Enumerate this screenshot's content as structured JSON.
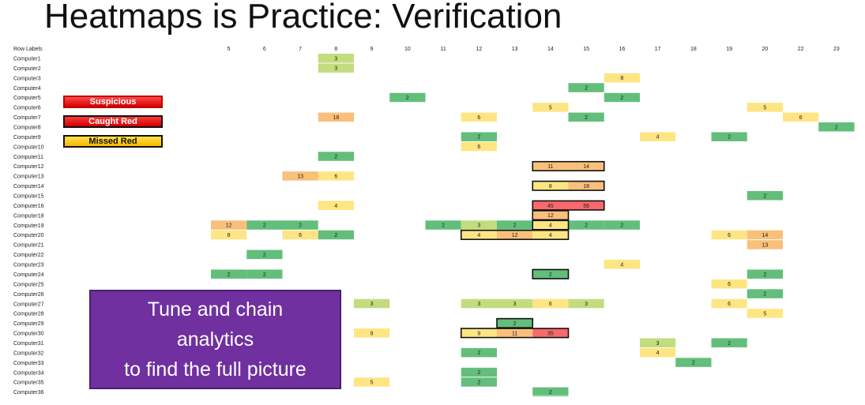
{
  "title": "Heatmaps is Practice: Verification",
  "legend": [
    {
      "key": "suspicious",
      "label": "Suspicious"
    },
    {
      "key": "caught",
      "label": "Caught Red"
    },
    {
      "key": "missed",
      "label": "Missed Red"
    }
  ],
  "callout": {
    "line1": "Tune and chain",
    "line2": "analytics",
    "line3": "to find the full picture"
  },
  "colors": {
    "green": "#63be7b",
    "light_green": "#c3dc7e",
    "yellow": "#fee583",
    "orange": "#f9c07b",
    "red": "#f8696b",
    "callout_purple": "#7030a0"
  },
  "chart_data": {
    "type": "heatmap",
    "row_header": "Row Labels",
    "columns": [
      "5",
      "6",
      "7",
      "8",
      "9",
      "10",
      "11",
      "12",
      "13",
      "14",
      "15",
      "16",
      "17",
      "18",
      "19",
      "20",
      "22",
      "23"
    ],
    "rows": [
      "Computer1",
      "Computer2",
      "Computer3",
      "Computer4",
      "Computer5",
      "Computer6",
      "Computer7",
      "Computer8",
      "Computer9",
      "Computer10",
      "Computer11",
      "Computer12",
      "Computer13",
      "Computer14",
      "Computer15",
      "Computer16",
      "Computer18",
      "Computer19",
      "Computer20",
      "Computer21",
      "Computer22",
      "Computer23",
      "Computer24",
      "Computer25",
      "Computer26",
      "Computer27",
      "Computer28",
      "Computer29",
      "Computer30",
      "Computer31",
      "Computer32",
      "Computer33",
      "Computer34",
      "Computer35",
      "Computer36"
    ],
    "cells": [
      {
        "row": "Computer1",
        "col": "8",
        "value": 3
      },
      {
        "row": "Computer2",
        "col": "8",
        "value": 3
      },
      {
        "row": "Computer3",
        "col": "16",
        "value": 8
      },
      {
        "row": "Computer4",
        "col": "15",
        "value": 2
      },
      {
        "row": "Computer5",
        "col": "10",
        "value": 2
      },
      {
        "row": "Computer5",
        "col": "16",
        "value": 2
      },
      {
        "row": "Computer6",
        "col": "14",
        "value": 5
      },
      {
        "row": "Computer6",
        "col": "20",
        "value": 5
      },
      {
        "row": "Computer7",
        "col": "8",
        "value": 18
      },
      {
        "row": "Computer7",
        "col": "12",
        "value": 6
      },
      {
        "row": "Computer7",
        "col": "15",
        "value": 2
      },
      {
        "row": "Computer7",
        "col": "22",
        "value": 6
      },
      {
        "row": "Computer8",
        "col": "23",
        "value": 2
      },
      {
        "row": "Computer9",
        "col": "12",
        "value": 2
      },
      {
        "row": "Computer9",
        "col": "17",
        "value": 4
      },
      {
        "row": "Computer9",
        "col": "19",
        "value": 2
      },
      {
        "row": "Computer10",
        "col": "12",
        "value": 6
      },
      {
        "row": "Computer11",
        "col": "8",
        "value": 2
      },
      {
        "row": "Computer12",
        "col": "14",
        "value": 11
      },
      {
        "row": "Computer12",
        "col": "15",
        "value": 14
      },
      {
        "row": "Computer13",
        "col": "7",
        "value": 13
      },
      {
        "row": "Computer13",
        "col": "8",
        "value": 6
      },
      {
        "row": "Computer14",
        "col": "14",
        "value": 8
      },
      {
        "row": "Computer14",
        "col": "15",
        "value": 18
      },
      {
        "row": "Computer15",
        "col": "20",
        "value": 2
      },
      {
        "row": "Computer16",
        "col": "8",
        "value": 4
      },
      {
        "row": "Computer16",
        "col": "14",
        "value": 45
      },
      {
        "row": "Computer16",
        "col": "15",
        "value": 56
      },
      {
        "row": "Computer18",
        "col": "14",
        "value": 12
      },
      {
        "row": "Computer19",
        "col": "5",
        "value": 12
      },
      {
        "row": "Computer19",
        "col": "6",
        "value": 2
      },
      {
        "row": "Computer19",
        "col": "7",
        "value": 2
      },
      {
        "row": "Computer19",
        "col": "11",
        "value": 2
      },
      {
        "row": "Computer19",
        "col": "12",
        "value": 3
      },
      {
        "row": "Computer19",
        "col": "13",
        "value": 2
      },
      {
        "row": "Computer19",
        "col": "14",
        "value": 4
      },
      {
        "row": "Computer19",
        "col": "15",
        "value": 2
      },
      {
        "row": "Computer19",
        "col": "16",
        "value": 2
      },
      {
        "row": "Computer20",
        "col": "5",
        "value": 8
      },
      {
        "row": "Computer20",
        "col": "7",
        "value": 6
      },
      {
        "row": "Computer20",
        "col": "8",
        "value": 2
      },
      {
        "row": "Computer20",
        "col": "12",
        "value": 4
      },
      {
        "row": "Computer20",
        "col": "13",
        "value": 12
      },
      {
        "row": "Computer20",
        "col": "14",
        "value": 4
      },
      {
        "row": "Computer20",
        "col": "19",
        "value": 6
      },
      {
        "row": "Computer20",
        "col": "20",
        "value": 14
      },
      {
        "row": "Computer21",
        "col": "20",
        "value": 13
      },
      {
        "row": "Computer22",
        "col": "6",
        "value": 2
      },
      {
        "row": "Computer23",
        "col": "16",
        "value": 4
      },
      {
        "row": "Computer24",
        "col": "5",
        "value": 2
      },
      {
        "row": "Computer24",
        "col": "6",
        "value": 2
      },
      {
        "row": "Computer24",
        "col": "14",
        "value": 2
      },
      {
        "row": "Computer24",
        "col": "20",
        "value": 2
      },
      {
        "row": "Computer25",
        "col": "19",
        "value": 6
      },
      {
        "row": "Computer26",
        "col": "20",
        "value": 2
      },
      {
        "row": "Computer27",
        "col": "9",
        "value": 3
      },
      {
        "row": "Computer27",
        "col": "12",
        "value": 3
      },
      {
        "row": "Computer27",
        "col": "13",
        "value": 3
      },
      {
        "row": "Computer27",
        "col": "14",
        "value": 6
      },
      {
        "row": "Computer27",
        "col": "15",
        "value": 3
      },
      {
        "row": "Computer27",
        "col": "19",
        "value": 6
      },
      {
        "row": "Computer28",
        "col": "20",
        "value": 5
      },
      {
        "row": "Computer29",
        "col": "13",
        "value": 2
      },
      {
        "row": "Computer30",
        "col": "9",
        "value": 9
      },
      {
        "row": "Computer30",
        "col": "12",
        "value": 9
      },
      {
        "row": "Computer30",
        "col": "13",
        "value": 11
      },
      {
        "row": "Computer30",
        "col": "14",
        "value": 35
      },
      {
        "row": "Computer31",
        "col": "17",
        "value": 3
      },
      {
        "row": "Computer31",
        "col": "19",
        "value": 2
      },
      {
        "row": "Computer32",
        "col": "12",
        "value": 2
      },
      {
        "row": "Computer32",
        "col": "17",
        "value": 4
      },
      {
        "row": "Computer33",
        "col": "18",
        "value": 2
      },
      {
        "row": "Computer34",
        "col": "12",
        "value": 2
      },
      {
        "row": "Computer35",
        "col": "9",
        "value": 5
      },
      {
        "row": "Computer35",
        "col": "12",
        "value": 2
      },
      {
        "row": "Computer36",
        "col": "14",
        "value": 2
      }
    ],
    "highlights": [
      {
        "rows": [
          "Computer12"
        ],
        "cols": [
          "14",
          "15"
        ]
      },
      {
        "rows": [
          "Computer14"
        ],
        "cols": [
          "14",
          "15"
        ]
      },
      {
        "rows": [
          "Computer16"
        ],
        "cols": [
          "14",
          "15"
        ]
      },
      {
        "rows": [
          "Computer18"
        ],
        "cols": [
          "14"
        ]
      },
      {
        "rows": [
          "Computer19"
        ],
        "cols": [
          "14"
        ]
      },
      {
        "rows": [
          "Computer20"
        ],
        "cols": [
          "12",
          "13",
          "14"
        ]
      },
      {
        "rows": [
          "Computer24"
        ],
        "cols": [
          "14"
        ]
      },
      {
        "rows": [
          "Computer29"
        ],
        "cols": [
          "13"
        ]
      },
      {
        "rows": [
          "Computer30"
        ],
        "cols": [
          "12",
          "13",
          "14"
        ]
      }
    ]
  }
}
